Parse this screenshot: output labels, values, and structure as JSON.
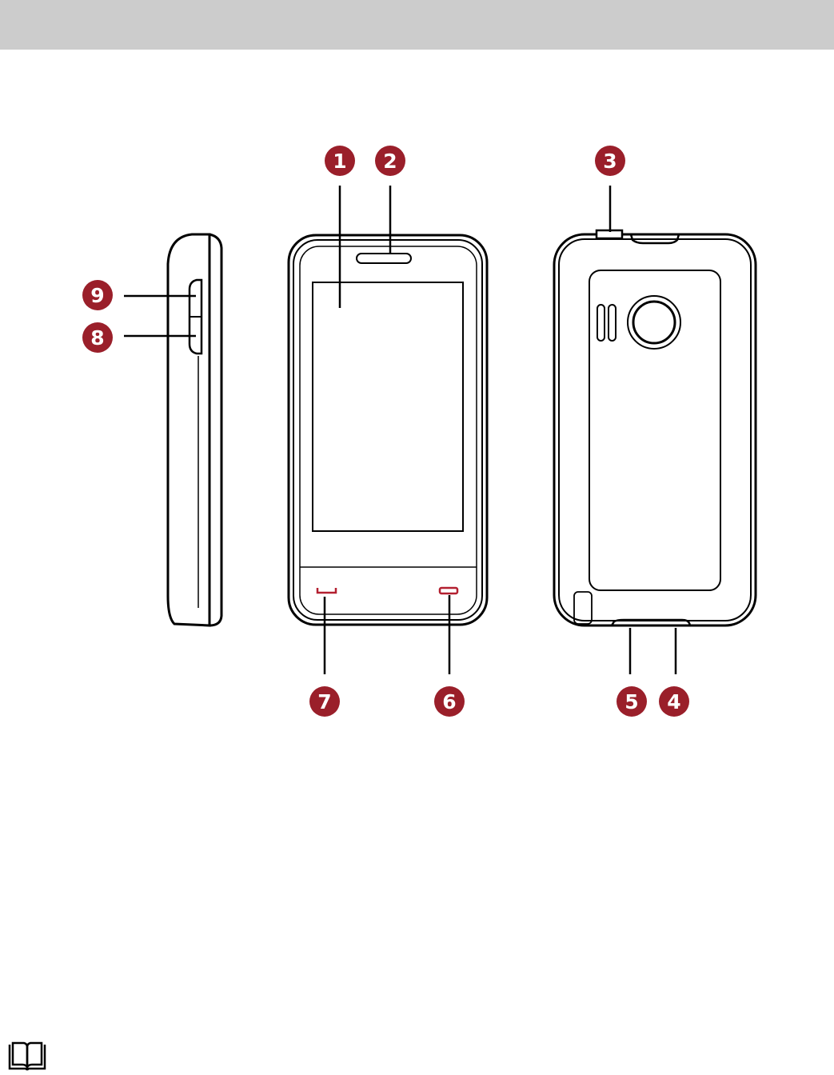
{
  "header": {
    "title": ""
  },
  "colors": {
    "callout_fill": "#9a1f2a",
    "line": "#000000",
    "accent_key": "#b32030"
  },
  "callouts": [
    {
      "id": "1",
      "label": "1"
    },
    {
      "id": "2",
      "label": "2"
    },
    {
      "id": "3",
      "label": "3"
    },
    {
      "id": "4",
      "label": "4"
    },
    {
      "id": "5",
      "label": "5"
    },
    {
      "id": "6",
      "label": "6"
    },
    {
      "id": "7",
      "label": "7"
    },
    {
      "id": "8",
      "label": "8"
    },
    {
      "id": "9",
      "label": "9"
    }
  ],
  "icons": {
    "note": "book-icon"
  }
}
